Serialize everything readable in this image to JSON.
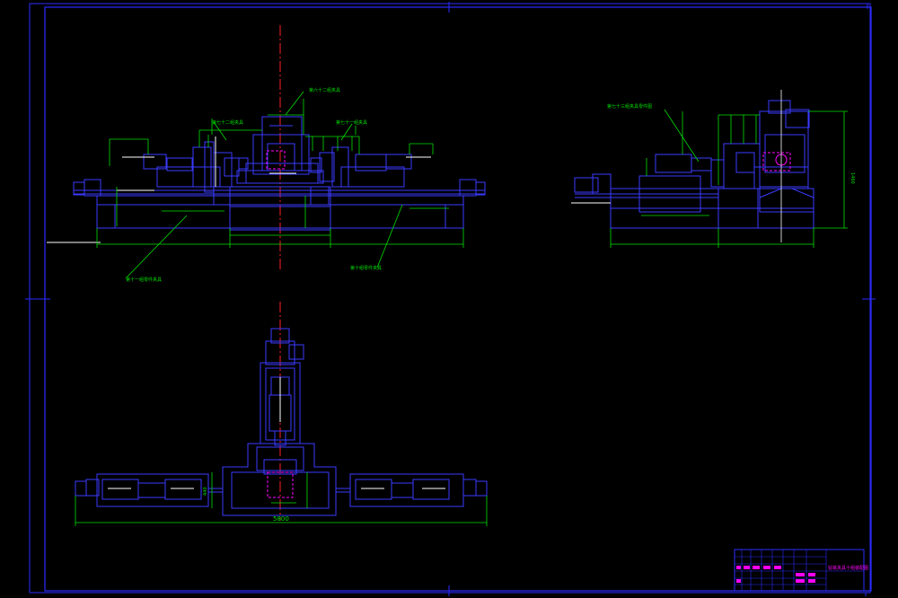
{
  "colors": {
    "background": "#000000",
    "frame": "#2b2bff",
    "part": "#3a3aff",
    "dimension": "#00e000",
    "centerline": "#ff2020",
    "hidden": "#ff00ff",
    "white": "#ffffff",
    "titlebox": "#ff00ff"
  },
  "labels": {
    "top_center_callout": "第六十二组夹具",
    "left_callout_a": "第七十二组夹具",
    "left_callout_b": "第七十一组夹具",
    "bottom_left_callout": "第十一组零件夹具",
    "bottom_mid_callout": "第十组零件夹具",
    "side_view_callout": "第七十三组夹具零件图",
    "plan_overall_dim": "5800",
    "plan_small_dim": "440",
    "side_height_dim": "1460",
    "title_block_title": "钻铣夹具十组装配图"
  }
}
